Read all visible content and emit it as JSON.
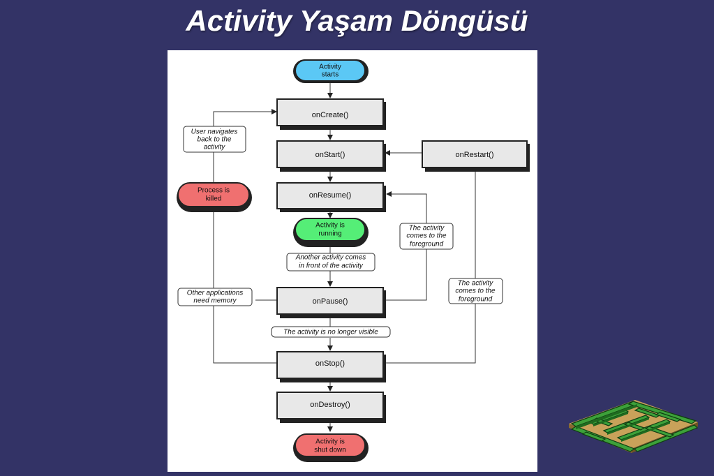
{
  "title": "Activity Yaşam Döngüsü",
  "colors": {
    "background": "#333366",
    "start": "#5bc8f5",
    "running": "#55ee77",
    "end": "#f07070",
    "method_box": "#e8e8e8"
  },
  "diagram": {
    "states": {
      "start": [
        "Activity",
        "starts"
      ],
      "running": [
        "Activity is",
        "running"
      ],
      "killed": [
        "Process is",
        "killed"
      ],
      "shutdown": [
        "Activity is",
        "shut down"
      ]
    },
    "methods": {
      "oncreate": "onCreate()",
      "onstart": "onStart()",
      "onresume": "onResume()",
      "onpause": "onPause()",
      "onstop": "onStop()",
      "ondestroy": "onDestroy()",
      "onrestart": "onRestart()"
    },
    "notes": {
      "user_navigates": [
        "User navigates",
        "back to the",
        "activity"
      ],
      "another_activity": [
        "Another activity comes",
        "in front of the activity"
      ],
      "comes_to_foreground_1": [
        "The activity",
        "comes to the",
        "foreground"
      ],
      "other_apps": [
        "Other applications",
        "need memory"
      ],
      "no_longer_visible": [
        "The activity is no longer visible"
      ],
      "comes_to_foreground_2": [
        "The activity",
        "comes to the",
        "foreground"
      ]
    }
  },
  "decoration": {
    "icon": "maze-icon"
  }
}
